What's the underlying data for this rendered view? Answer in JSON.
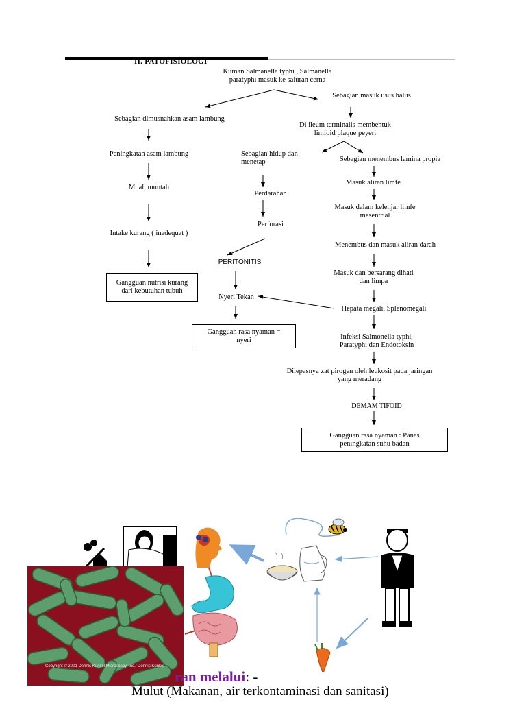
{
  "section_title": "II.  PATOFISIOLOGI",
  "flow": {
    "root": [
      "Kuman Salmanella typhi , Salmanella",
      "paratyphi masuk ke saluran cerna"
    ],
    "left_branch": {
      "n1": "Sebagian dimusnahkan asam lambung",
      "n2": "Peningkatan asam lambung",
      "n3": "Mual, muntah",
      "n4": "Intake kurang ( inadequat )",
      "box": [
        "Gangguan nutrisi kurang",
        "dari kebutuhan tubuh"
      ]
    },
    "right_branch": {
      "n1": "Sebagian masuk usus halus",
      "n2": [
        "Di ileum terminalis membentuk",
        "limfoid plaque peyeri"
      ],
      "middle": {
        "n1": [
          "Sebagian hidup dan",
          "menetap"
        ],
        "n2": "Perdarahan",
        "n3": "Perforasi",
        "n4": "PERITONITIS",
        "n5": "Nyeri Tekan",
        "box": [
          "Gangguan rasa nyaman =",
          "nyeri"
        ]
      },
      "chain": {
        "c1": "Sebagian menembus lamina propia",
        "c2": "Masuk aliran limfe",
        "c3": [
          "Masuk dalam kelenjar limfe",
          "mesentrial"
        ],
        "c4": "Menembus dan masuk aliran darah",
        "c5": [
          "Masuk dan bersarang dihati",
          "dan limpa"
        ],
        "c6": "Hepata megali, Splenomegali",
        "c7": [
          "Infeksi Salmonella typhi,",
          "Paratyphi dan Endotoksin"
        ],
        "c8": [
          "Dilepasnya zat pirogen oleh leukosit pada jaringan",
          "yang meradang"
        ],
        "c9": "DEMAM TIFOID",
        "box": [
          "Gangguan rasa nyaman : Panas",
          "peningkatan suhu badan"
        ]
      }
    }
  },
  "illustration": {
    "caption_line1": "ran melalui",
    "caption_line1_suffix": ": -",
    "caption_line2": "Mulut (Makanan, air terkontaminasi dan   sanitasi)",
    "photo_copyright": "Copyright © 2001 Dennis Kunkel Microscopy, Inc./ Dennis Kunkel",
    "icons": [
      "sick-patient-in-bed-icon",
      "brain-head-icon",
      "stomach-intestine-icon",
      "food-bowl-icon",
      "milk-jug-icon",
      "fly-icon",
      "person-icon",
      "carrot-icon",
      "bacteria-micrograph"
    ]
  },
  "colors": {
    "arrow_blue": "#7aa7d6",
    "caption_purple": "#7b1fa2",
    "bacteria_green": "#5c9e6c",
    "bacteria_bg": "#8a1020",
    "stomach_cyan": "#36c4d6",
    "intestine_pink": "#e89aa0",
    "head_orange": "#f08a24"
  }
}
